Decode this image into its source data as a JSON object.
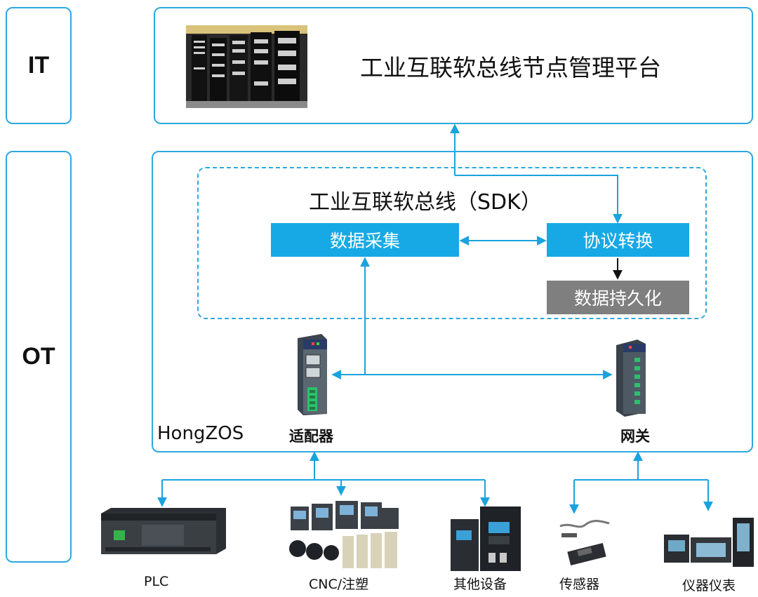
{
  "layers": {
    "it": "IT",
    "ot": "OT"
  },
  "platform": {
    "title": "工业互联软总线节点管理平台",
    "image_icon": "server-rack-photo"
  },
  "sdk": {
    "title": "工业互联软总线（SDK）",
    "data_collection": "数据采集",
    "protocol_conversion": "协议转换",
    "data_persistence": "数据持久化"
  },
  "os": {
    "name": "HongZOS",
    "adapter_label": "适配器",
    "gateway_label": "网关"
  },
  "devices": {
    "plc": "PLC",
    "cnc": "CNC/注塑",
    "other": "其他设备",
    "sensor": "传感器",
    "instrument": "仪器仪表"
  },
  "colors": {
    "accent": "#2ea8e0",
    "cyan_box": "#17a9e5",
    "gray_box": "#7f7f7f",
    "arrow": "#1aa3de"
  }
}
